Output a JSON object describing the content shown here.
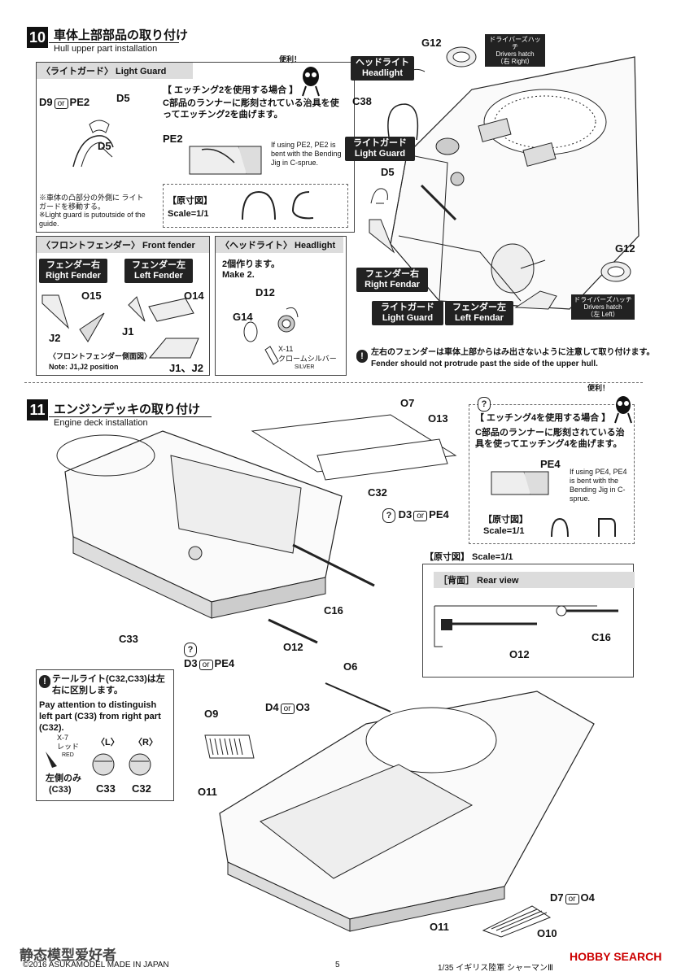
{
  "step10": {
    "number": "10",
    "title": "車体上部部品の取り付け",
    "subtitle": "Hull upper part installation",
    "light_guard": {
      "header": "〈ライトガード〉 Light Guard",
      "bubble": "便利！",
      "parts": {
        "d9": "D9",
        "or": "or",
        "pe2": "PE2",
        "d5a": "D5",
        "d5b": "D5"
      },
      "note_jp": "※車体の凸部分の外側に ライトガードを移動する。",
      "note_en": "※Light guard is putoutside of the guide.",
      "etch_title": "【 エッチング2を使用する場合 】",
      "etch_jp": "C部品のランナーに彫刻されている治具を使ってエッチング2を曲げます。",
      "etch_pe": "PE2",
      "etch_en": "If using PE2, PE2 is bent with the Bending Jig in C-sprue.",
      "scale_title": "【原寸図】",
      "scale": "Scale=1/1"
    },
    "front_fender": {
      "header": "〈フロントフェンダー〉 Front fender",
      "right_jp": "フェンダー右",
      "right_en": "Right Fender",
      "left_jp": "フェンダー左",
      "left_en": "Left Fender",
      "o15": "O15",
      "o14": "O14",
      "j2": "J2",
      "j1": "J1",
      "side_jp": "〈フロントフェンダー側面図〉",
      "side_en": "Note: J1,J2 position",
      "j1j2": "J1、J2"
    },
    "headlight": {
      "header": "〈ヘッドライト〉 Headlight",
      "make_jp": "2個作ります。",
      "make_en": "Make 2.",
      "d12": "D12",
      "g14": "G14",
      "paint_code": "X-11",
      "paint_jp": "クロームシルバー",
      "paint_en": "SILVER"
    },
    "main": {
      "g12_top": "G12",
      "hatch_right_jp": "ドライバーズハッチ",
      "hatch_right_en": "Drivers hatch",
      "hatch_right_side": "（右 Right）",
      "headlight_jp": "ヘッドライト",
      "headlight_en": "Headlight",
      "c38": "C38",
      "lightguard_jp": "ライトガード",
      "lightguard_en": "Light Guard",
      "d5": "D5",
      "fender_r_jp": "フェンダー右",
      "fender_r_en": "Right Fendar",
      "lightguard2_jp": "ライトガード",
      "lightguard2_en": "Light Guard",
      "fender_l_jp": "フェンダー左",
      "fender_l_en": "Left Fendar",
      "g12_bottom": "G12",
      "hatch_left_jp": "ドライバーズハッチ",
      "hatch_left_en": "Drivers hatch",
      "hatch_left_side": "（左 Left）",
      "warning_jp": "左右のフェンダーは車体上部からはみ出さないように注意して取り付けます。",
      "warning_en": "Fender should not protrude past the side of the upper hull."
    }
  },
  "step11": {
    "number": "11",
    "title": "エンジンデッキの取り付け",
    "subtitle": "Engine deck installation",
    "bubble": "便利！",
    "etch_title": "【 エッチング4を使用する場合 】",
    "etch_jp": "C部品のランナーに彫刻されている治具を使ってエッチング4を曲げます。",
    "etch_pe": "PE4",
    "etch_en": "If using PE4, PE4 is bent with the Bending Jig in C-sprue.",
    "scale_title": "【原寸図】",
    "scale": "Scale=1/1",
    "parts_upper": {
      "o7": "O7",
      "o13": "O13",
      "c32": "C32",
      "d3": "D3",
      "or": "or",
      "pe4": "PE4",
      "c16": "C16",
      "c33": "C33",
      "o12": "O12",
      "d3b": "D3",
      "pe4b": "PE4"
    },
    "rear_scale": "【原寸図】 Scale=1/1",
    "rear_view": "［背面］ Rear view",
    "rear_c16": "C16",
    "rear_o12": "O12",
    "tail": {
      "jp": "テールライト(C32,C33)は左右に区別します。",
      "en": "Pay attention to distinguish left part (C33) from right part (C32).",
      "paint_code": "X-7",
      "paint_jp": "レッド",
      "paint_en": "RED",
      "l": "〈L〉",
      "r": "〈R〉",
      "left_only_jp": "左側のみ",
      "left_only_part": "(C33)",
      "c33": "C33",
      "c32": "C32"
    },
    "parts_lower": {
      "o6": "O6",
      "o9": "O9",
      "d4": "D4",
      "or": "or",
      "o3": "O3",
      "o11a": "O11",
      "d7": "D7",
      "o4": "O4",
      "o11b": "O11",
      "o10": "O10"
    }
  },
  "footer": {
    "copyright": "©2016 ASUKAMODEL  MADE IN JAPAN",
    "page": "5",
    "product": "1/35 イギリス陸軍 シャーマンⅢ",
    "watermark_left": "静态模型爱好者",
    "watermark_right": "HOBBY SEARCH"
  }
}
